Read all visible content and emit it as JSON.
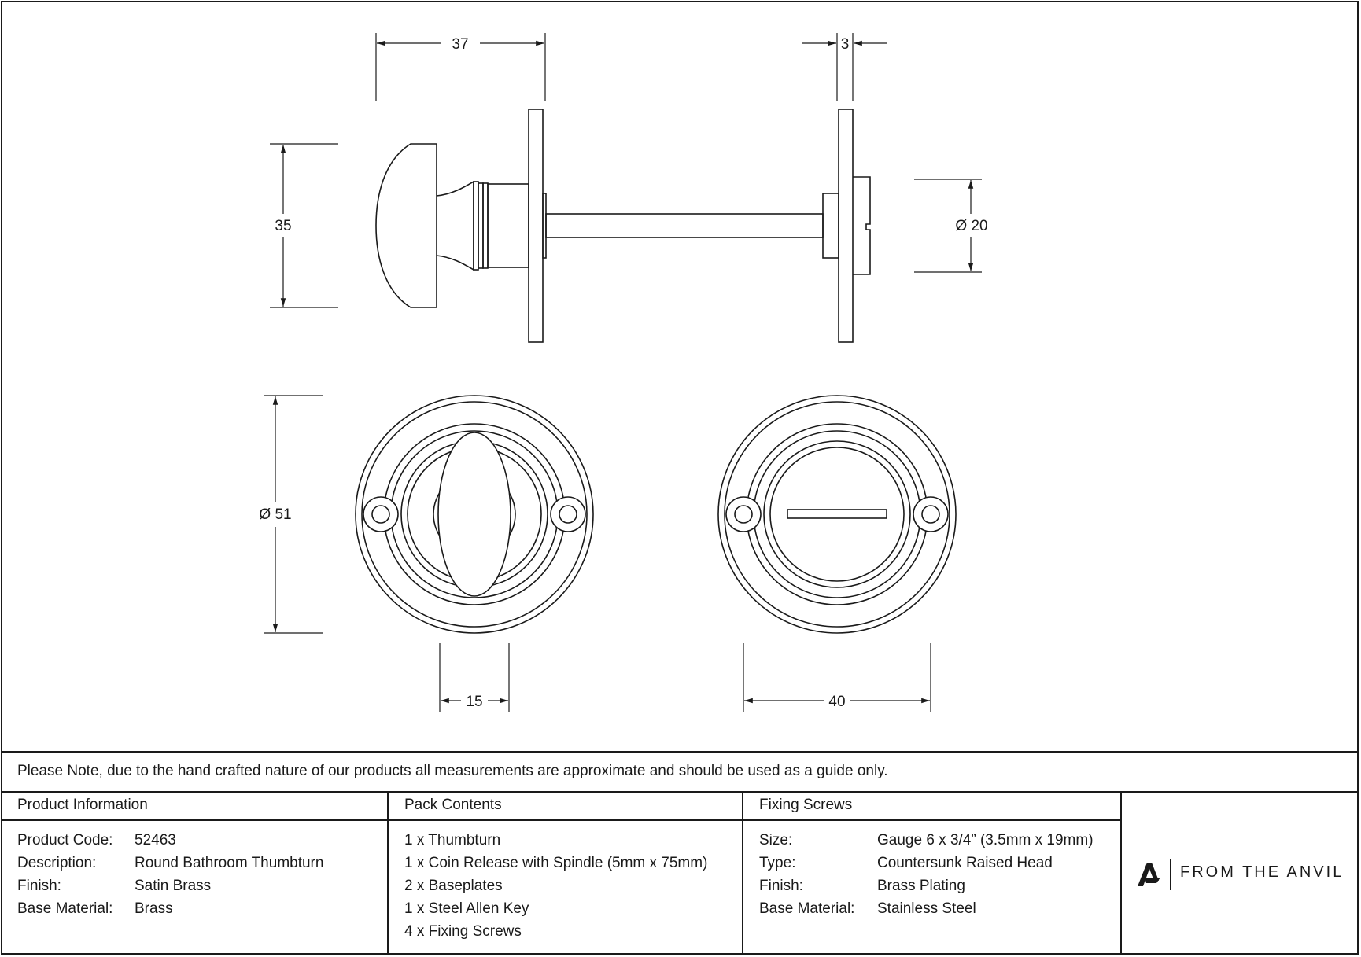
{
  "dimensions": {
    "width_37": "37",
    "thickness_3": "3",
    "height_35": "35",
    "dia_20": "Ø 20",
    "dia_51": "Ø 51",
    "width_15": "15",
    "width_40": "40"
  },
  "note": "Please Note, due to the hand crafted nature of our products all measurements are approximate and should be used as a guide only.",
  "product_information": {
    "heading": "Product Information",
    "rows": [
      {
        "label": "Product Code:",
        "value": "52463"
      },
      {
        "label": "Description:",
        "value": "Round Bathroom Thumbturn"
      },
      {
        "label": "Finish:",
        "value": "Satin Brass"
      },
      {
        "label": "Base Material:",
        "value": "Brass"
      }
    ]
  },
  "pack_contents": {
    "heading": "Pack Contents",
    "items": [
      "1 x Thumbturn",
      "1 x Coin Release with Spindle (5mm x 75mm)",
      "2 x Baseplates",
      "1 x Steel Allen Key",
      "4 x Fixing Screws"
    ]
  },
  "fixing_screws": {
    "heading": "Fixing Screws",
    "rows": [
      {
        "label": "Size:",
        "value": "Gauge 6 x 3/4” (3.5mm x 19mm)"
      },
      {
        "label": "Type:",
        "value": "Countersunk Raised Head"
      },
      {
        "label": "Finish:",
        "value": "Brass Plating"
      },
      {
        "label": "Base Material:",
        "value": "Stainless Steel"
      }
    ]
  },
  "brand": {
    "name": "FROM THE ANVIL",
    "logo_icon": "anvil-a-logo-icon"
  }
}
